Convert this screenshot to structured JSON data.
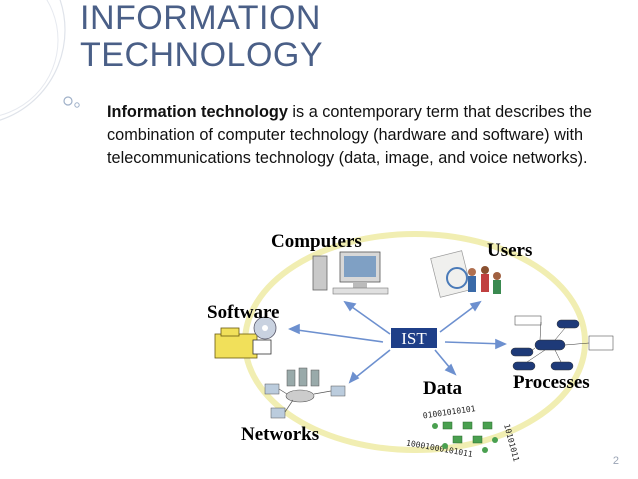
{
  "slide": {
    "title_line1": "INFORMATION",
    "title_line2": "TECHNOLOGY",
    "body_bold": "Information technology",
    "body_rest": " is a contemporary term that describes the combination of computer technology (hardware and software) with telecommunications technology (data, image, and voice networks).",
    "page_number": "2"
  },
  "diagram": {
    "labels": {
      "computers": "Computers",
      "users": "Users",
      "software": "Software",
      "center": "IST",
      "data": "Data",
      "processes": "Processes",
      "networks": "Networks"
    }
  },
  "colors": {
    "title": "#4a5f87",
    "accent_ring": "#f3f0b0",
    "arrow": "#6a8fd0",
    "center_box": "#1f3f88"
  }
}
